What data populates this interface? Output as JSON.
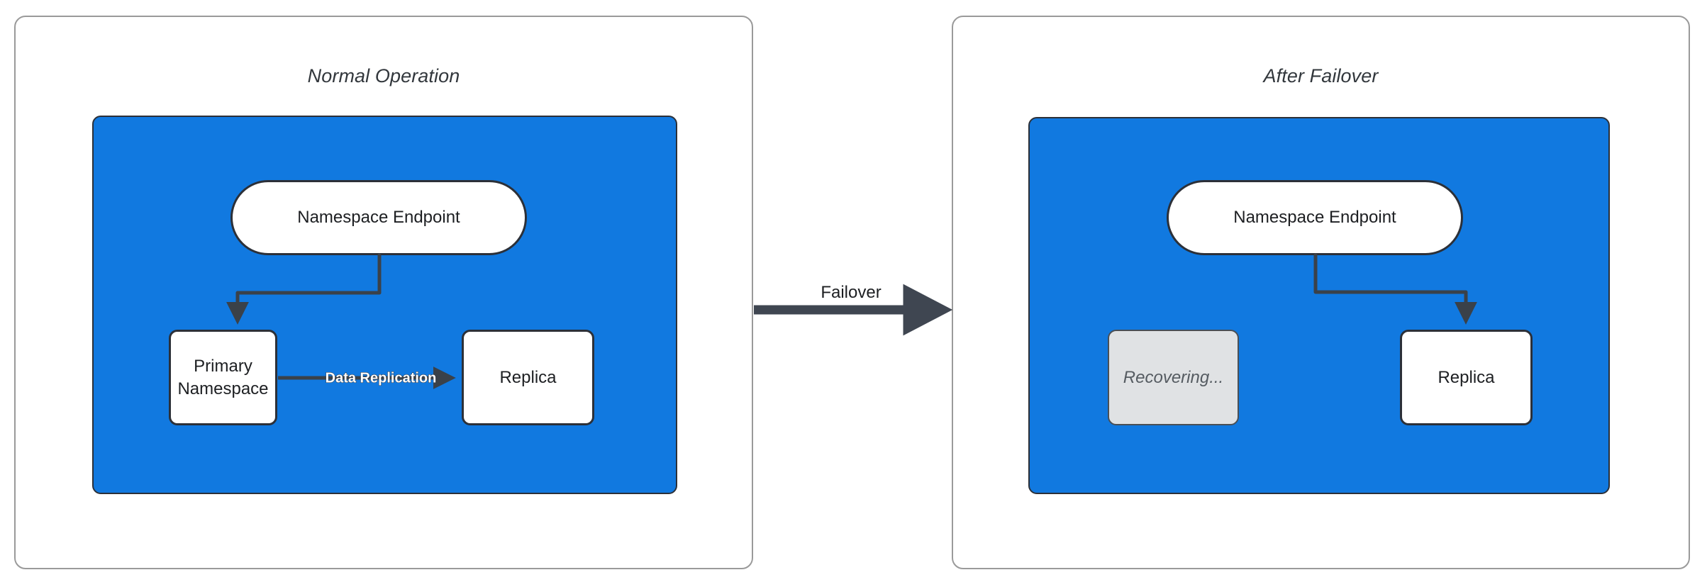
{
  "diagram": {
    "type": "failover-comparison",
    "accent_blue": "#1179e0",
    "stroke_dark": "#2c3038",
    "muted_gray": "#e0e2e4",
    "panel_border": "#9a9a9a"
  },
  "panels": [
    {
      "id": "normal",
      "title": "Normal Operation",
      "nodes": [
        {
          "id": "endpoint-left",
          "label": "Namespace Endpoint",
          "shape": "pill",
          "state": "active"
        },
        {
          "id": "primary",
          "label": "Primary\nNamespace",
          "label_line1": "Primary",
          "label_line2": "Namespace",
          "shape": "rect",
          "state": "active"
        },
        {
          "id": "replica-left",
          "label": "Replica",
          "shape": "rect",
          "state": "active"
        }
      ],
      "edges": [
        {
          "from": "endpoint-left",
          "to": "primary",
          "label": ""
        },
        {
          "from": "primary",
          "to": "replica-left",
          "label": "Data Replication"
        }
      ]
    },
    {
      "id": "failover",
      "title": "After Failover",
      "nodes": [
        {
          "id": "endpoint-right",
          "label": "Namespace Endpoint",
          "shape": "pill",
          "state": "active"
        },
        {
          "id": "recovering",
          "label": "Recovering...",
          "shape": "rect",
          "state": "recovering"
        },
        {
          "id": "replica-right",
          "label": "Replica",
          "shape": "rect",
          "state": "active"
        }
      ],
      "edges": [
        {
          "from": "endpoint-right",
          "to": "replica-right",
          "label": ""
        }
      ]
    }
  ],
  "transition": {
    "label": "Failover",
    "direction": "left-to-right"
  }
}
